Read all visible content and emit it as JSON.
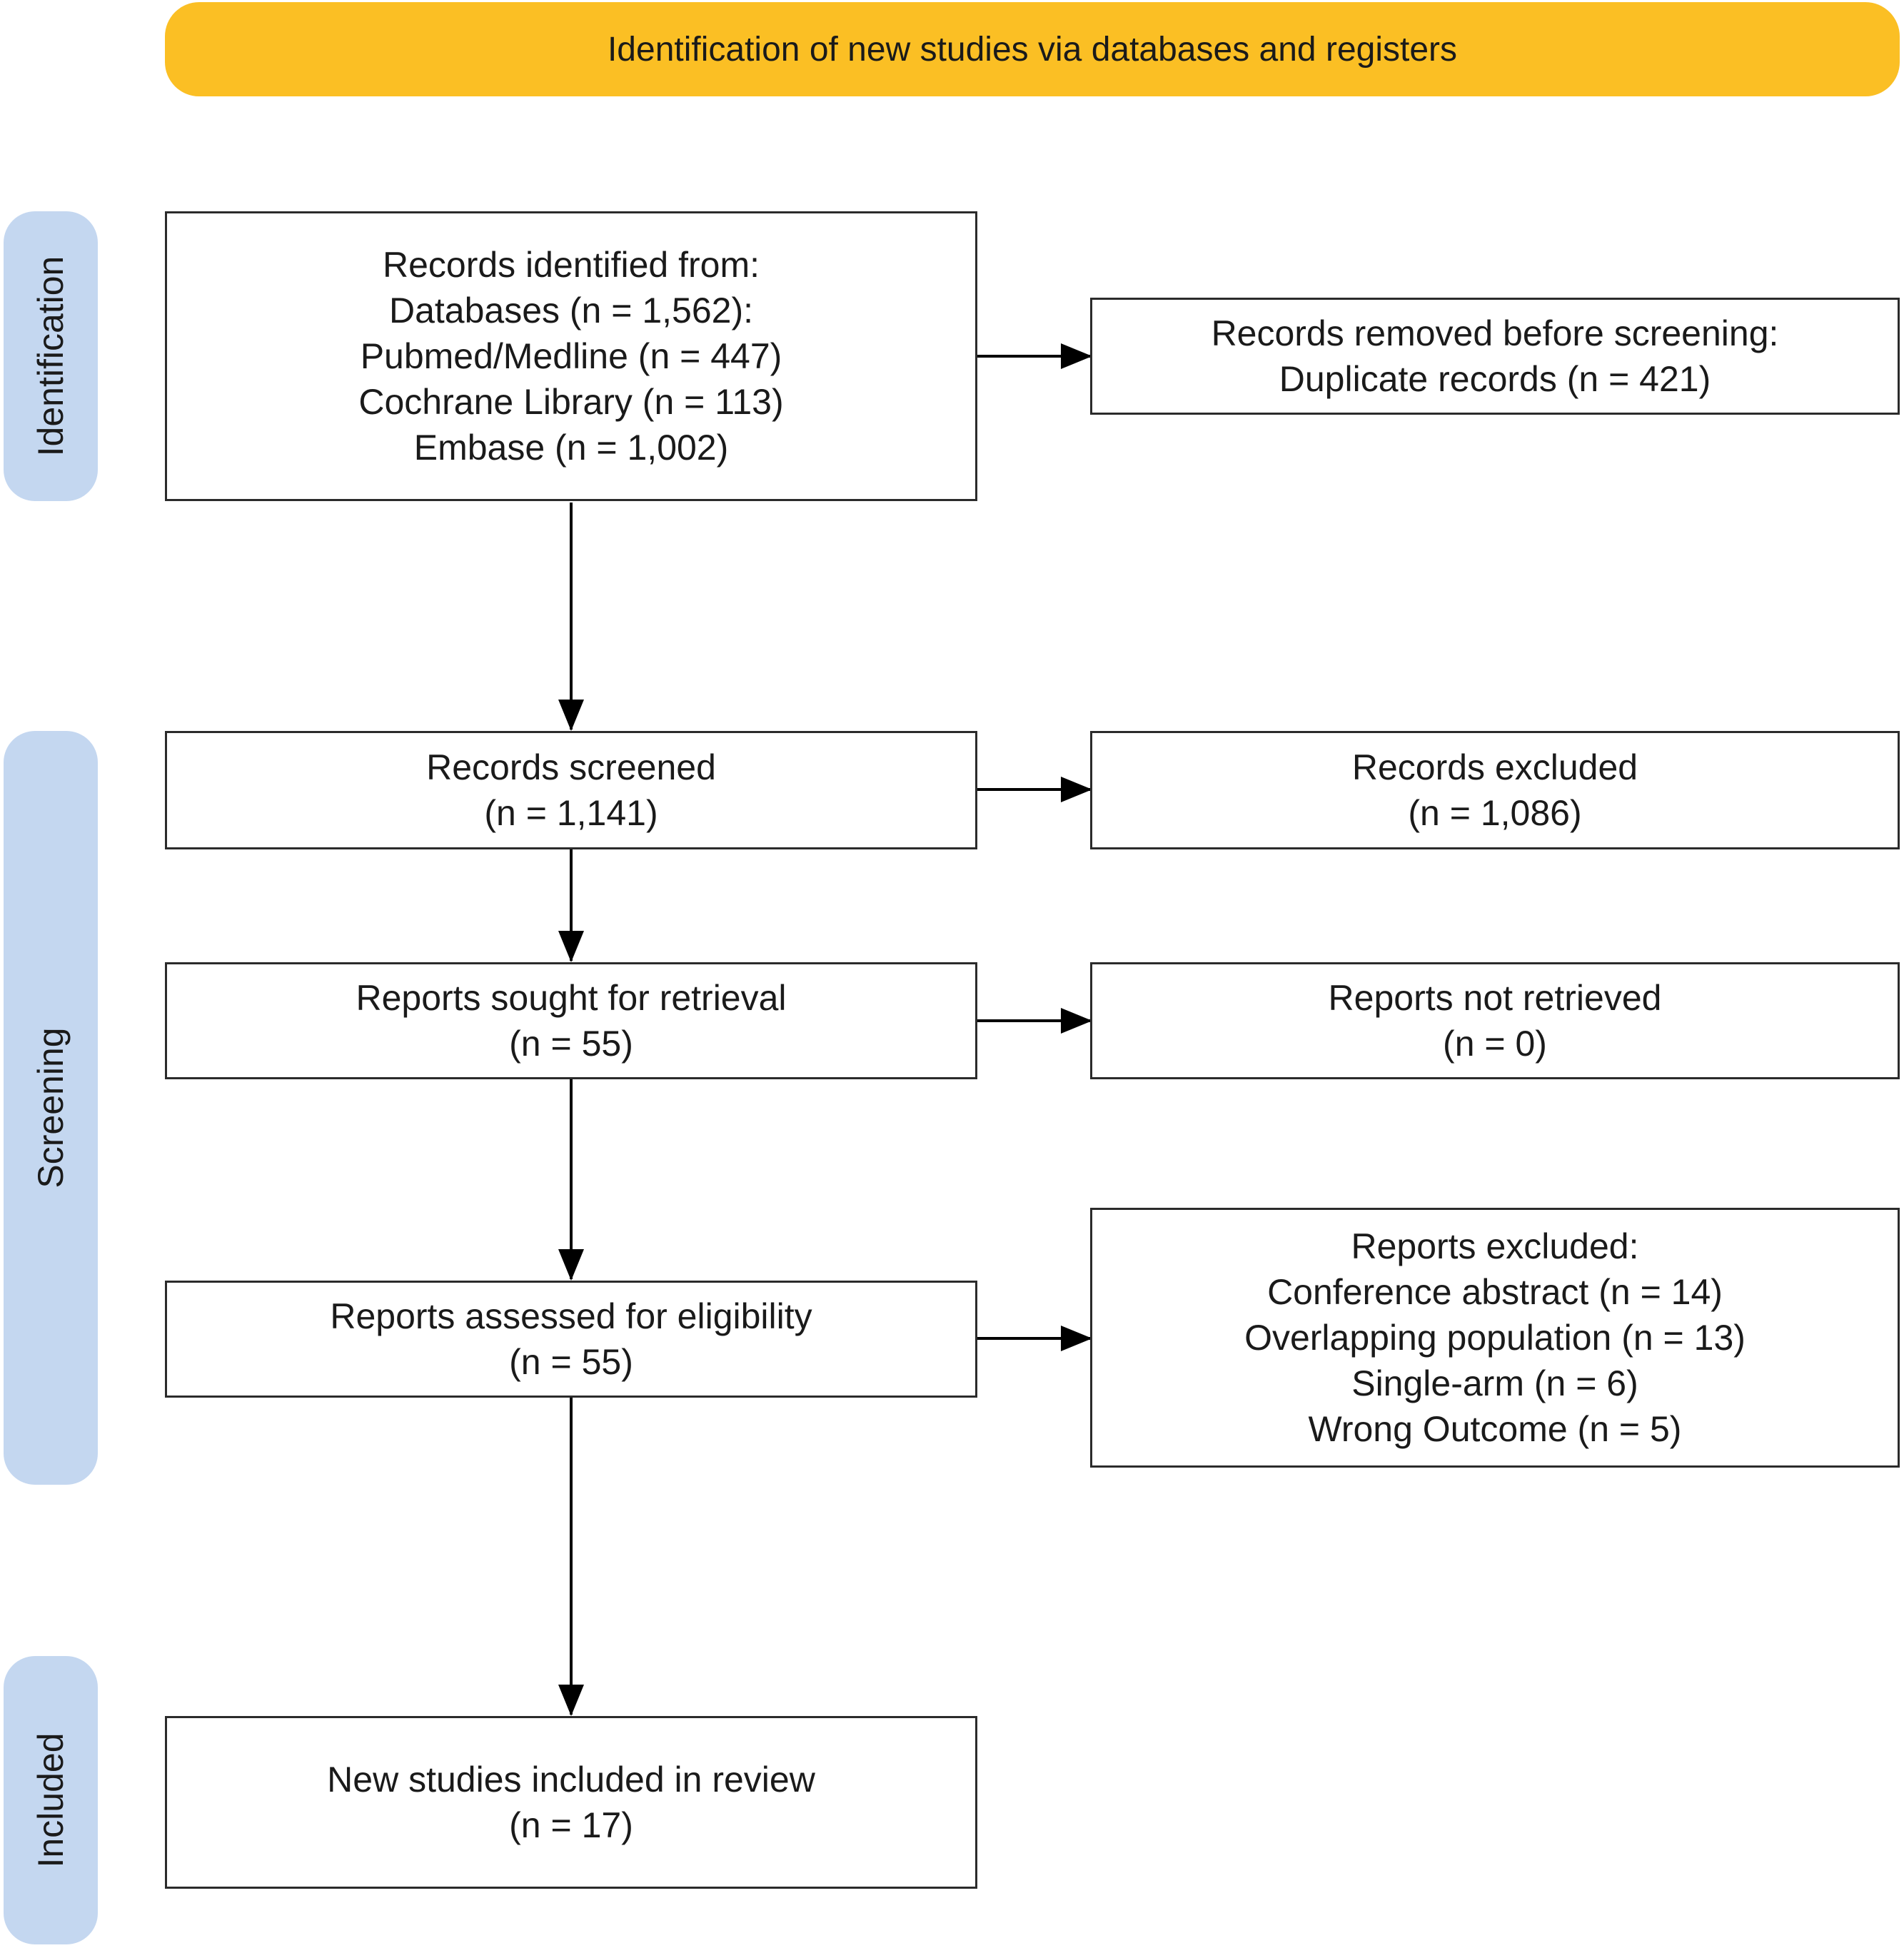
{
  "header": {
    "title": "Identification of new studies via databases and registers"
  },
  "phases": {
    "identification": "Identification",
    "screening": "Screening",
    "included": "Included"
  },
  "boxes": {
    "records_identified": {
      "lines": [
        "Records identified from:",
        "Databases (n = 1,562):",
        "Pubmed/Medline (n = 447)",
        "Cochrane Library (n = 113)",
        "Embase (n = 1,002)"
      ]
    },
    "records_removed": {
      "lines": [
        "Records removed before screening:",
        "Duplicate records (n = 421)"
      ]
    },
    "records_screened": {
      "lines": [
        "Records screened",
        "(n = 1,141)"
      ]
    },
    "records_excluded": {
      "lines": [
        "Records excluded",
        "(n = 1,086)"
      ]
    },
    "reports_sought": {
      "lines": [
        "Reports sought for retrieval",
        "(n = 55)"
      ]
    },
    "reports_not_retrieved": {
      "lines": [
        "Reports not retrieved",
        "(n = 0)"
      ]
    },
    "reports_assessed": {
      "lines": [
        "Reports assessed for eligibility",
        "(n = 55)"
      ]
    },
    "reports_excluded": {
      "lines": [
        "Reports excluded:",
        "Conference abstract (n = 14)",
        "Overlapping population (n = 13)",
        "Single-arm (n = 6)",
        "Wrong Outcome (n = 5)"
      ]
    },
    "studies_included": {
      "lines": [
        "New studies included in review",
        "(n = 17)"
      ]
    }
  },
  "colors": {
    "header_fill": "#FBBF24",
    "phase_fill": "#C4D7F0",
    "box_border": "#2b2b2b"
  }
}
